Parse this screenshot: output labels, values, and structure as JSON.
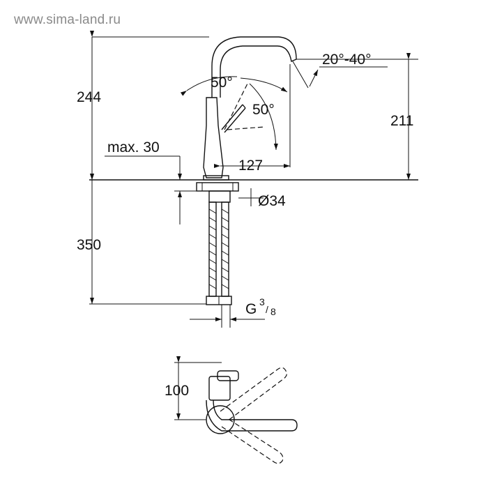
{
  "watermark": "www.sima-land.ru",
  "dimensions": {
    "height_total": "244",
    "angle_spout": "20°-40°",
    "angle_lever_1": "50°",
    "angle_lever_2": "50°",
    "height_outlet": "211",
    "max_thickness": "max. 30",
    "reach": "127",
    "hole_diameter": "Ø34",
    "hose_length": "350",
    "thread_g": "G",
    "thread_num": "3",
    "thread_den": "8",
    "top_depth": "100"
  }
}
